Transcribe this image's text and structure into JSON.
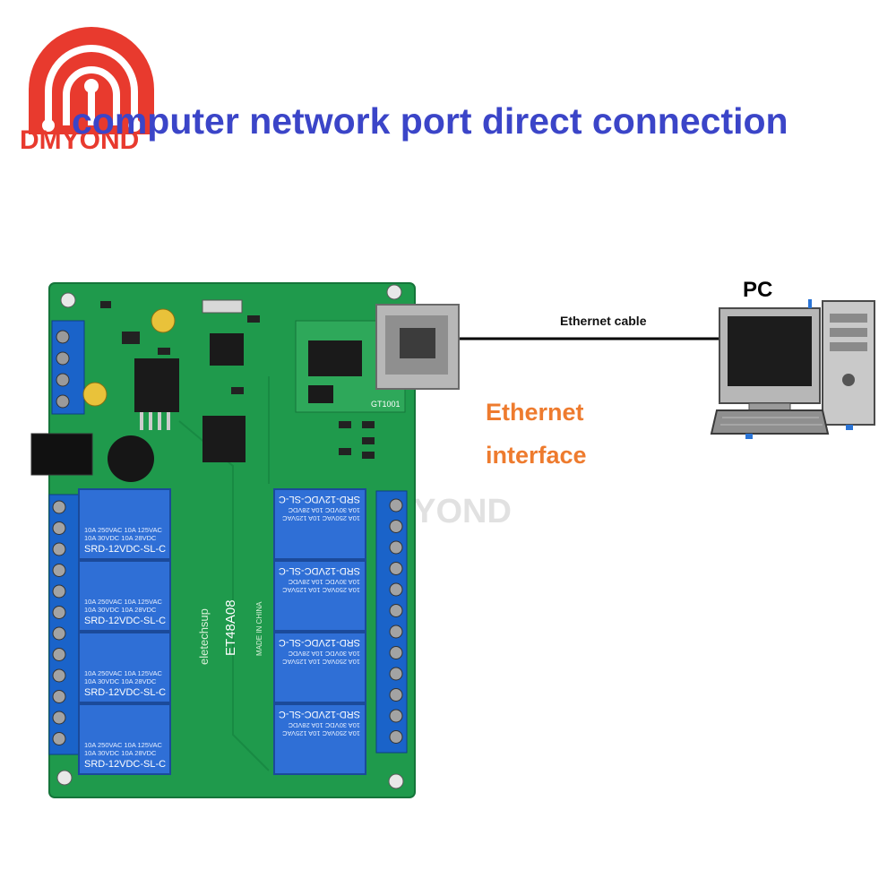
{
  "header": {
    "title": "computer network port  direct connection",
    "logo_text": "DMYOND"
  },
  "diagram": {
    "cable_label": "Ethernet cable",
    "interface_label_line1": "Ethernet",
    "interface_label_line2": "interface",
    "pc_label": "PC",
    "watermark": "DMYOND"
  },
  "board": {
    "brand": "eletechsup",
    "model": "ET48A08",
    "origin": "MADE IN CHINA",
    "module_label": "GT1001",
    "relay_model": "SRD-12VDC-SL-C",
    "relay_rating_1": "10A 250VAC  10A 125VAC",
    "relay_rating_2": "10A 30VDC   10A 28VDC",
    "relay_count": 8
  },
  "colors": {
    "title": "#3b45c8",
    "logo": "#e83a2e",
    "interface_label": "#ee7b2e",
    "pcb": "#1f9a4c",
    "relay": "#2f6fd6",
    "terminal": "#1a63c9"
  }
}
